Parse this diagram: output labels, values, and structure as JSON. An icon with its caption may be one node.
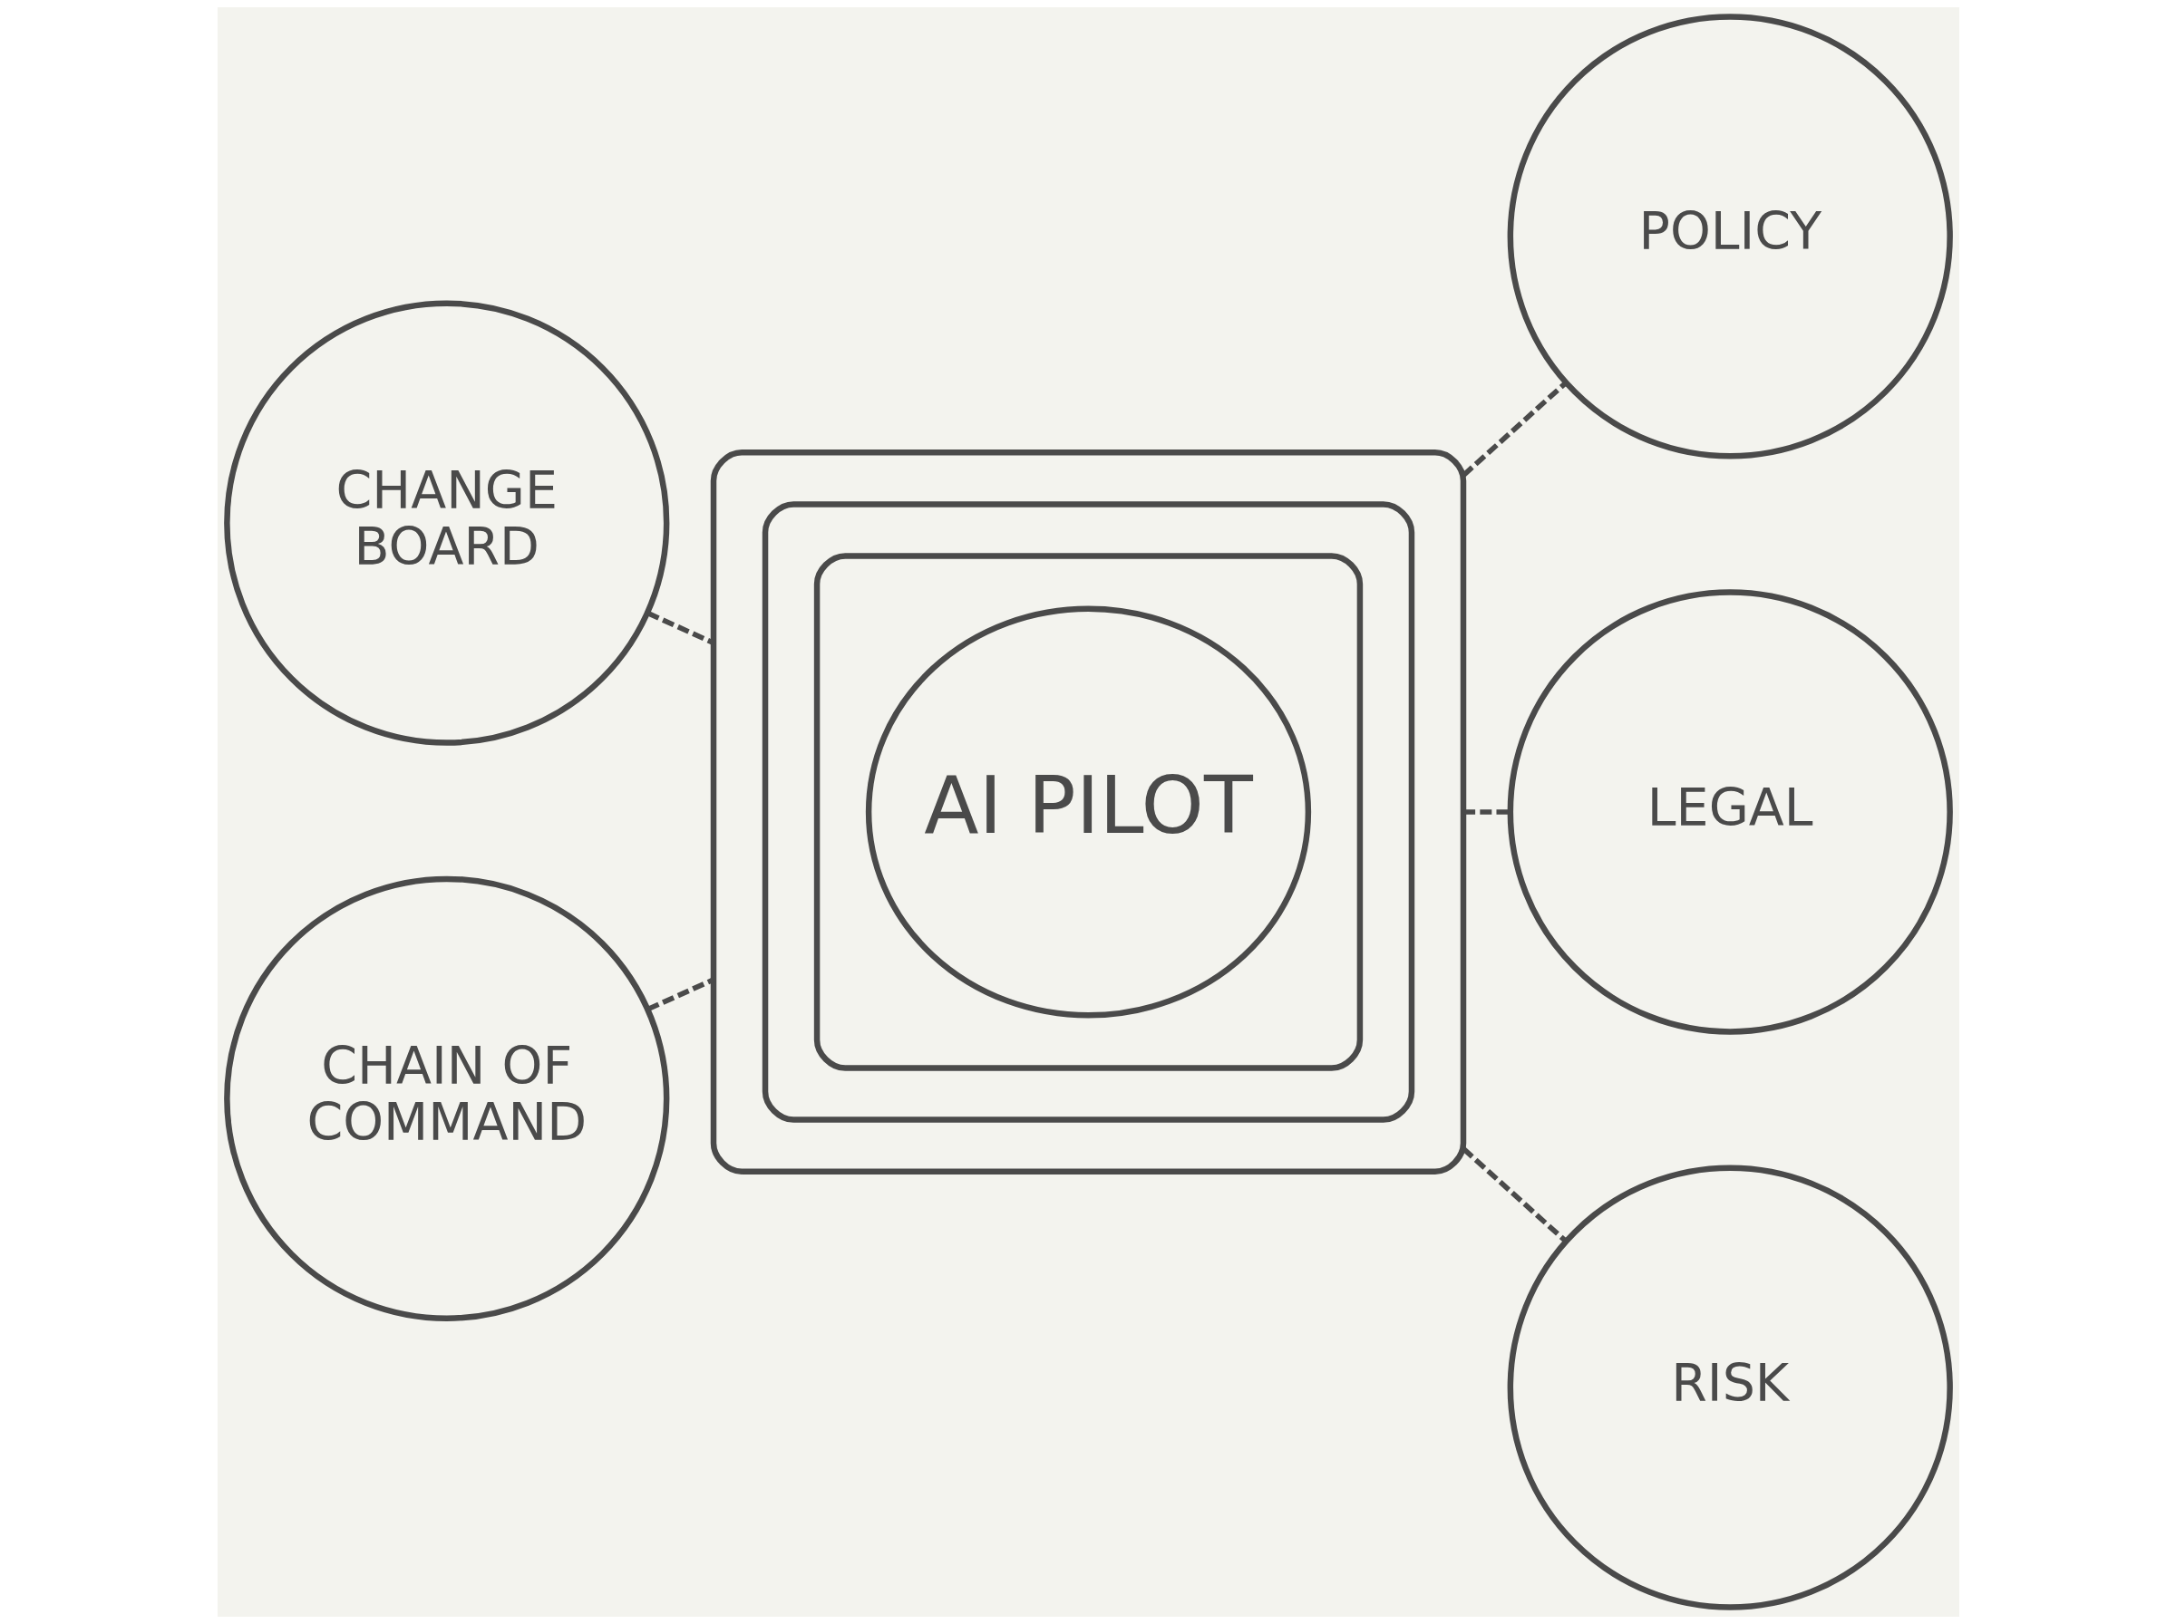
{
  "diagram": {
    "nodes": [
      {
        "text": [],
        "shape": "drop"
      },
      {
        "text": [],
        "shape": "drop",
        "in": 0
      },
      {
        "text": [],
        "shape": "drop",
        "in": 1
      },
      {
        "text": [
          "AI PILOT"
        ],
        "in": 2
      },
      {
        "text": [
          "CHANGE BOARD"
        ]
      },
      {
        "text": [
          "POLICY"
        ]
      },
      {
        "text": [
          "LEGAL"
        ]
      },
      {
        "text": [
          "CHAIN OF COMMAND"
        ]
      },
      {
        "text": [
          "RISK"
        ]
      }
    ],
    "edges": [
      {
        "from": 4,
        "to": 0,
        "arrow": "none",
        "style": "dashed"
      },
      {
        "from": 0,
        "to": 5,
        "arrow": "none",
        "style": "dashed"
      },
      {
        "from": 0,
        "to": 6,
        "arrow": "none",
        "style": "dashed"
      },
      {
        "from": 7,
        "to": 0,
        "arrow": "none",
        "style": "dashed"
      },
      {
        "from": 0,
        "to": 8,
        "arrow": "none",
        "style": "dashed"
      }
    ]
  }
}
